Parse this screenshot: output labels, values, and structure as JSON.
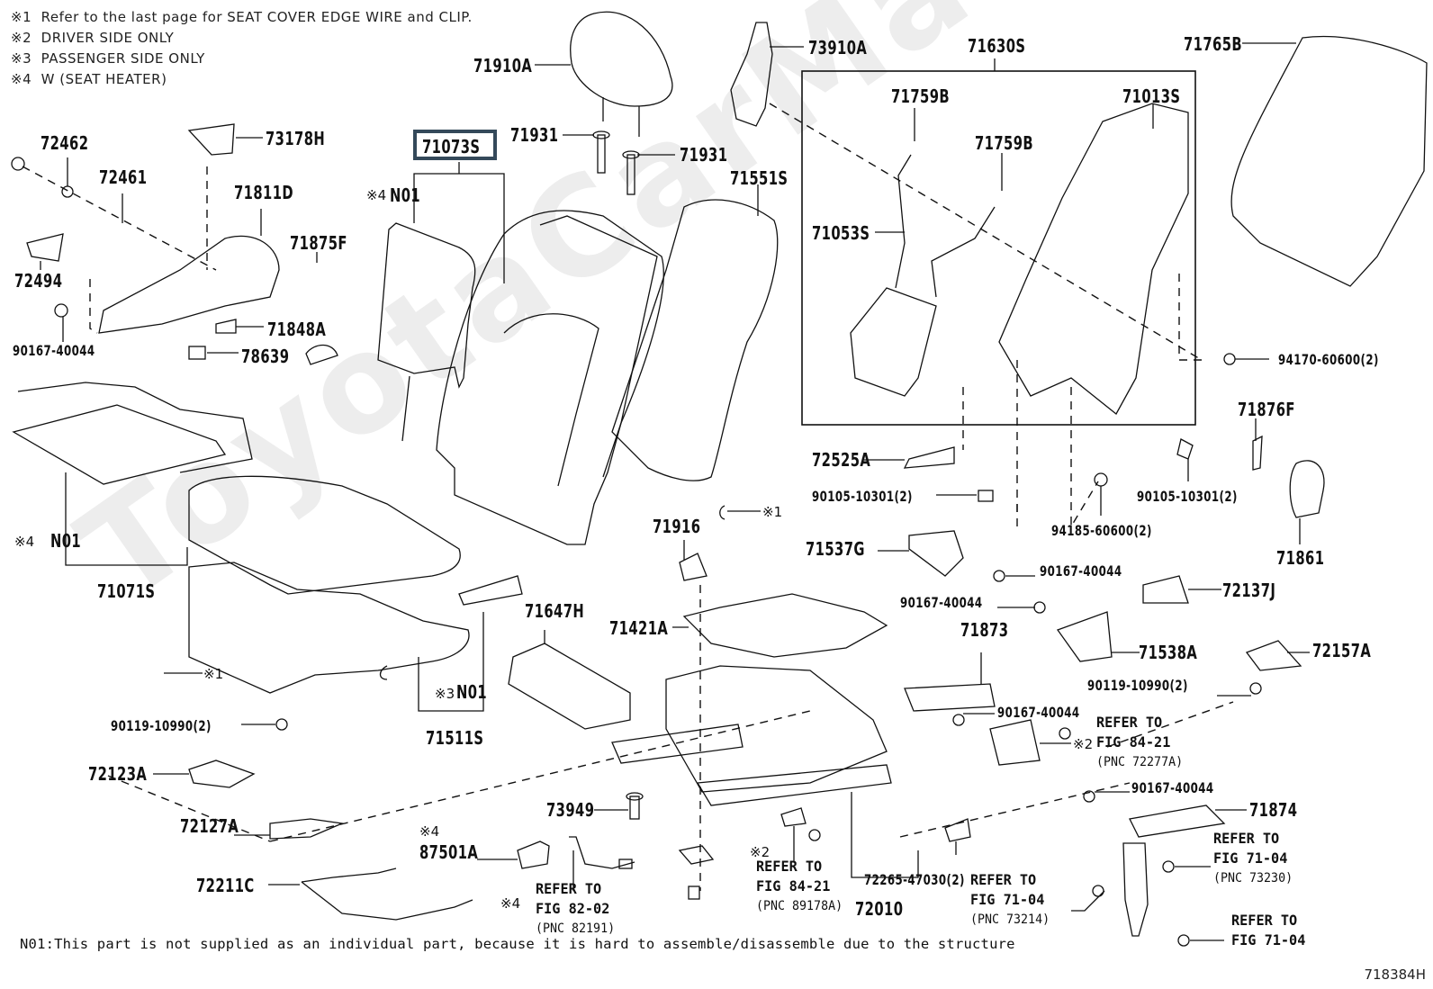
{
  "figure_id": "718384H",
  "watermark": "ToyotaCarMart.ru",
  "footnotes": [
    {
      "mark": "※1",
      "text": "Refer to the last page for SEAT COVER EDGE WIRE and CLIP."
    },
    {
      "mark": "※2",
      "text": "DRIVER SIDE ONLY"
    },
    {
      "mark": "※3",
      "text": "PASSENGER  SIDE ONLY"
    },
    {
      "mark": "※4",
      "text": "W (SEAT  HEATER)"
    }
  ],
  "footer_note": "N01:This part is not supplied as an individual part, because it is hard to assemble/disassemble due to the structure",
  "highlighted_part": "71073S",
  "parts": {
    "p72462": "72462",
    "p72461": "72461",
    "p73178H": "73178H",
    "p71811D": "71811D",
    "p71875F": "71875F",
    "p72494": "72494",
    "p90167_40044_a": "90167-40044",
    "p71848A": "71848A",
    "p78639": "78639",
    "p71910A": "71910A",
    "p71931_a": "71931",
    "p71931_b": "71931",
    "p71551S": "71551S",
    "p73910A": "73910A",
    "p71630S": "71630S",
    "p71765B": "71765B",
    "p71759B_a": "71759B",
    "p71759B_b": "71759B",
    "p71013S": "71013S",
    "p71053S": "71053S",
    "p94170": "94170-60600(2)",
    "p71876F": "71876F",
    "p72525A": "72525A",
    "p90105_a": "90105-10301(2)",
    "p90105_b": "90105-10301(2)",
    "p94185": "94185-60600(2)",
    "p71861": "71861",
    "p71537G": "71537G",
    "p90167_40044_b": "90167-40044",
    "p90167_40044_c": "90167-40044",
    "p72137J": "72137J",
    "p71873": "71873",
    "p71538A": "71538A",
    "p72157A": "72157A",
    "p90119_a": "90119-10990(2)",
    "p90167_40044_d": "90167-40044",
    "p90167_40044_e": "90167-40044",
    "p71874": "71874",
    "p71916": "71916",
    "p71421A": "71421A",
    "p71647H": "71647H",
    "p71071S": "71071S",
    "p71511S": "71511S",
    "p90119_b": "90119-10990(2)",
    "p72123A": "72123A",
    "p72127A": "72127A",
    "p72211C": "72211C",
    "p87501A": "87501A",
    "p73949": "73949",
    "p72265": "72265-47030(2)",
    "p72010": "72010",
    "n01_backrest": "N01",
    "n01_cushion": "N01",
    "n01_passenger": "N01"
  },
  "marks": {
    "backrest_heater": "※4",
    "cushion_heater": "※4",
    "passenger": "※3",
    "clip_backrest": "※1",
    "clip_cushion": "※1",
    "switch_heater": "※4",
    "driver_84_21_a": "※2",
    "driver_84_21_b": "※2",
    "heater_82_02": "※4"
  },
  "references": {
    "fig84_21_a": {
      "line1": "REFER TO",
      "line2": "FIG 84-21",
      "pnc": "(PNC 72277A)"
    },
    "fig84_21_b": {
      "line1": "REFER TO",
      "line2": "FIG 84-21",
      "pnc": "(PNC 89178A)"
    },
    "fig82_02": {
      "line1": "REFER TO",
      "line2": "FIG 82-02",
      "pnc": "(PNC 82191)"
    },
    "fig71_04_a": {
      "line1": "REFER TO",
      "line2": "FIG 71-04",
      "pnc": "(PNC 73214)"
    },
    "fig71_04_b": {
      "line1": "REFER TO",
      "line2": "FIG 71-04",
      "pnc": "(PNC 73230)"
    },
    "fig71_04_c": {
      "line1": "REFER TO",
      "line2": "FIG 71-04"
    }
  },
  "colors": {
    "highlight_border": "#34495a",
    "watermark": "#ededed"
  }
}
